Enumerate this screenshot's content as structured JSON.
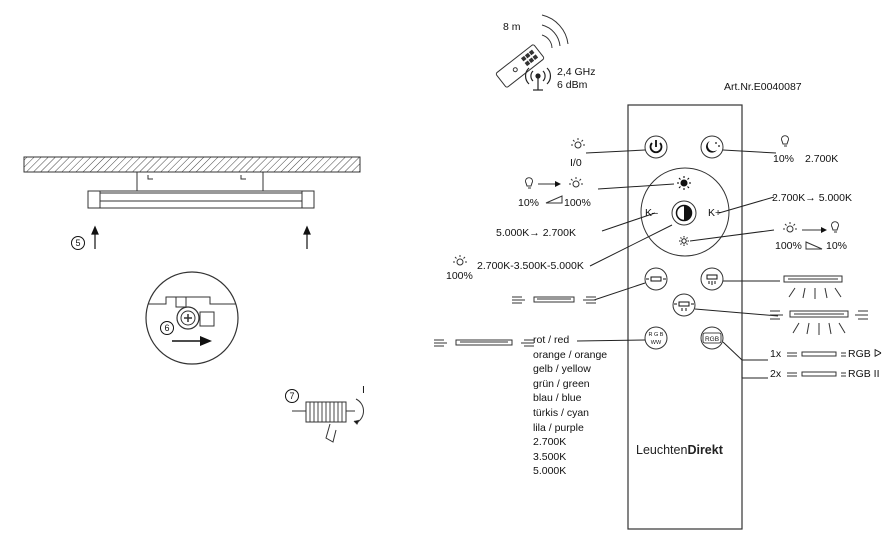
{
  "remote": {
    "range": "8 m",
    "frequency": "2,4 GHz",
    "power": "6 dBm",
    "article_no": "Art.Nr.E0040087",
    "brand_light": "Leuchten",
    "brand_bold": "Direkt"
  },
  "install": {
    "step5": "5",
    "step6": "6",
    "step7": "7",
    "step7_mark": "I"
  },
  "labels": {
    "power": "I/0",
    "night_left": "10%",
    "night_right": "2.700K",
    "bright_from": "10%",
    "bright_to": "100%",
    "k_plus": "K+",
    "k_minus": "K–",
    "k_plus_range": "2.700K→ 5.000K",
    "k_minus_range": "5.000K→ 2.700K",
    "dim_from": "100%",
    "dim_to": "10%",
    "cct_cycle": "2.700K-3.500K-5.000K",
    "cct_cycle_pct": "100%",
    "rgb_button": "RGB",
    "rgbww_top": "R G B",
    "rgbww_bottom": "WW",
    "rgb_1x": "1x",
    "rgb_2x": "2x",
    "rgb_1x_label": "RGB ᐅ",
    "rgb_2x_label": "RGB II"
  },
  "colors": [
    "rot / red",
    "orange / orange",
    "gelb / yellow",
    "grün / green",
    "blau / blue",
    "türkis / cyan",
    "lila / purple",
    "2.700K",
    "3.500K",
    "5.000K"
  ]
}
